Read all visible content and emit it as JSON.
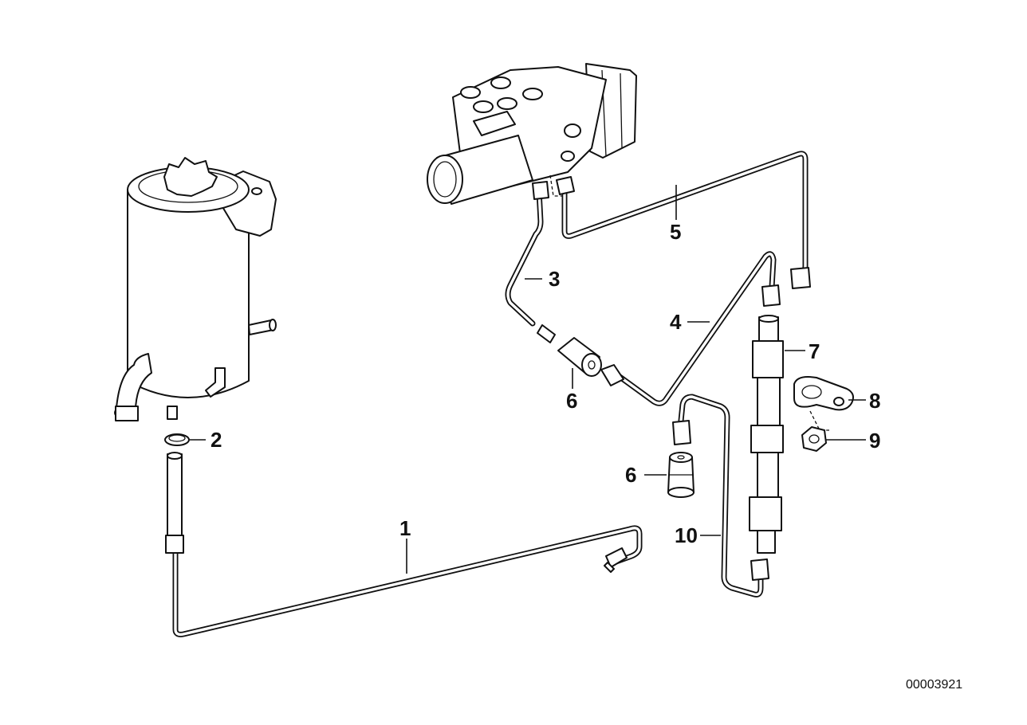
{
  "diagram_ref": "00003921",
  "callouts": [
    {
      "id": "1",
      "label": "1"
    },
    {
      "id": "2",
      "label": "2"
    },
    {
      "id": "3",
      "label": "3"
    },
    {
      "id": "4",
      "label": "4"
    },
    {
      "id": "5",
      "label": "5"
    },
    {
      "id": "6a",
      "label": "6"
    },
    {
      "id": "6b",
      "label": "6"
    },
    {
      "id": "7",
      "label": "7"
    },
    {
      "id": "8",
      "label": "8"
    },
    {
      "id": "9",
      "label": "9"
    },
    {
      "id": "10",
      "label": "10"
    }
  ],
  "icons": [
    "reservoir-tank",
    "abs-hydraulic-unit",
    "hose-clamp",
    "brake-pipe",
    "pipe-connector",
    "flex-hose",
    "pipe-bracket",
    "hex-nut"
  ]
}
